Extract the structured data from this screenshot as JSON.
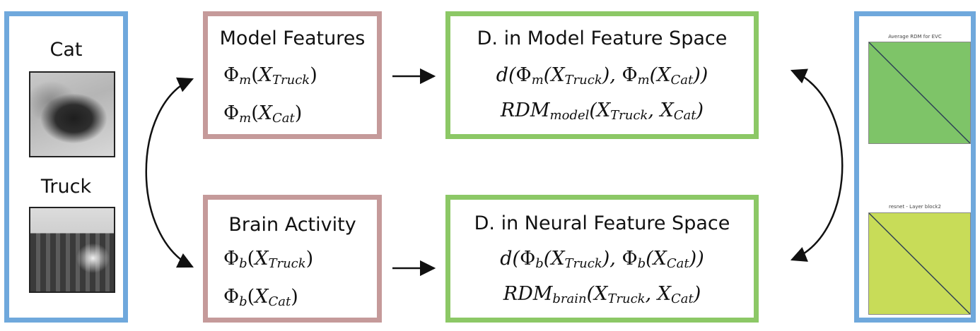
{
  "left_panel": {
    "cat_label": "Cat",
    "truck_label": "Truck"
  },
  "model_features": {
    "title": "Model Features",
    "line1": {
      "sym": "Φ",
      "sub": "m",
      "arg": "X",
      "argsub": "Truck"
    },
    "line2": {
      "sym": "Φ",
      "sub": "m",
      "arg": "X",
      "argsub": "Cat"
    }
  },
  "brain_activity": {
    "title": "Brain Activity",
    "line1": {
      "sym": "Φ",
      "sub": "b",
      "arg": "X",
      "argsub": "Truck"
    },
    "line2": {
      "sym": "Φ",
      "sub": "b",
      "arg": "X",
      "argsub": "Cat"
    }
  },
  "model_space": {
    "title": "D. in Model Feature Space",
    "rdm_name": "RDM",
    "rdm_sub": "model",
    "fn": "d",
    "sym": "Φ",
    "sub": "m",
    "arg": "X",
    "a1": "Truck",
    "a2": "Cat"
  },
  "neural_space": {
    "title": "D. in Neural Feature Space",
    "rdm_name": "RDM",
    "rdm_sub": "brain",
    "fn": "d",
    "sym": "Φ",
    "sub": "b",
    "arg": "X",
    "a1": "Truck",
    "a2": "Cat"
  },
  "right_panel": {
    "rdm_top_title": "Average RDM for EVC",
    "rdm_bottom_title": "resnet - Layer block2"
  },
  "colors": {
    "blue_border": "#6fa8dc",
    "pink_border": "#c59a9a",
    "green_border": "#8cc866",
    "rdm_top_fill": "#7ec468",
    "rdm_bottom_fill": "#c8dc58"
  }
}
